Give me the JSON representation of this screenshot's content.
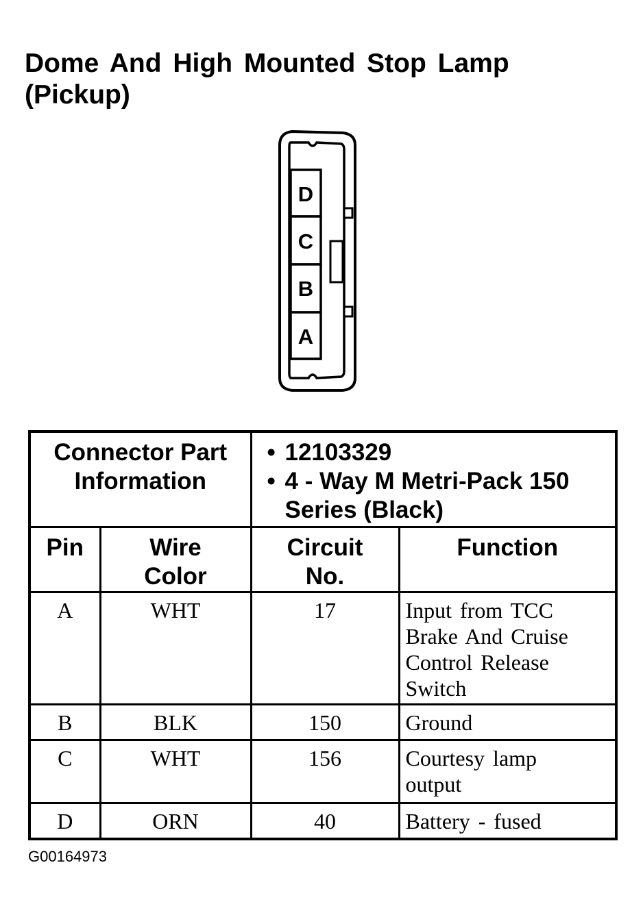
{
  "title": {
    "line1": "Dome And High Mounted Stop Lamp",
    "line2": "(Pickup)"
  },
  "connector": {
    "pins": [
      "D",
      "C",
      "B",
      "A"
    ]
  },
  "table": {
    "part_label": "Connector Part Information",
    "part_info": [
      "12103329",
      "4 - Way M Metri-Pack 150 Series (Black)"
    ],
    "bullet": "•",
    "headers": [
      "Pin",
      "Wire Color",
      "Circuit No.",
      "Function"
    ],
    "rows": [
      {
        "pin": "A",
        "color": "WHT",
        "circuit": "17",
        "function": "Input from TCC Brake And Cruise Control Release Switch"
      },
      {
        "pin": "B",
        "color": "BLK",
        "circuit": "150",
        "function": "Ground"
      },
      {
        "pin": "C",
        "color": "WHT",
        "circuit": "156",
        "function": "Courtesy lamp output"
      },
      {
        "pin": "D",
        "color": "ORN",
        "circuit": "40",
        "function": "Battery - fused"
      }
    ]
  },
  "caption": "G00164973"
}
